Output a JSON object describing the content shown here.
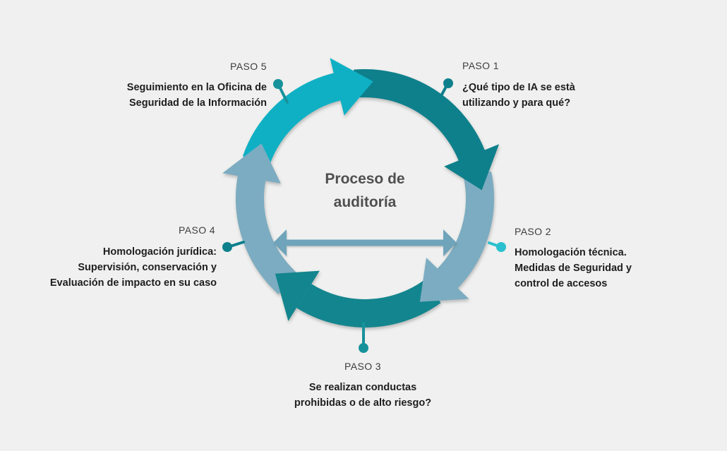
{
  "title": {
    "lines": [
      "Proceso de",
      "auditoría"
    ]
  },
  "steps": [
    {
      "label": "PASO 1",
      "lines": [
        "¿Qué tipo de IA se està",
        "utilizando y para qué?"
      ]
    },
    {
      "label": "PASO 2",
      "lines": [
        "Homologación técnica.",
        "Medidas de Seguridad y",
        "control de accesos"
      ]
    },
    {
      "label": "PASO 3",
      "lines": [
        "Se realizan conductas",
        "prohibidas o de alto riesgo?"
      ]
    },
    {
      "label": "PASO 4",
      "lines": [
        "Homologación jurídica:",
        "Supervisión, conservación y",
        "Evaluación de impacto en su caso"
      ]
    },
    {
      "label": "PASO 5",
      "lines": [
        "Seguimiento en la Oficina de",
        "Seguridad de la Información"
      ]
    }
  ],
  "colors": {
    "background": "#eff0ef",
    "segment_cyan": "#0fb0c4",
    "segment_dark_teal": "#0e808c",
    "segment_light_blue": "#7cacc1",
    "segment_teal": "#13858e",
    "center_arrow": "#6fa4bb",
    "connector_paso1": "#0e808c",
    "connector_paso2": "#2bc0ce",
    "connector_paso3": "#17929b",
    "connector_paso4": "#0e808c",
    "connector_paso5": "#17929b",
    "title_text": "#4f4f4f",
    "label_text": "#3d3d3d",
    "desc_text": "#1e1e1e"
  }
}
